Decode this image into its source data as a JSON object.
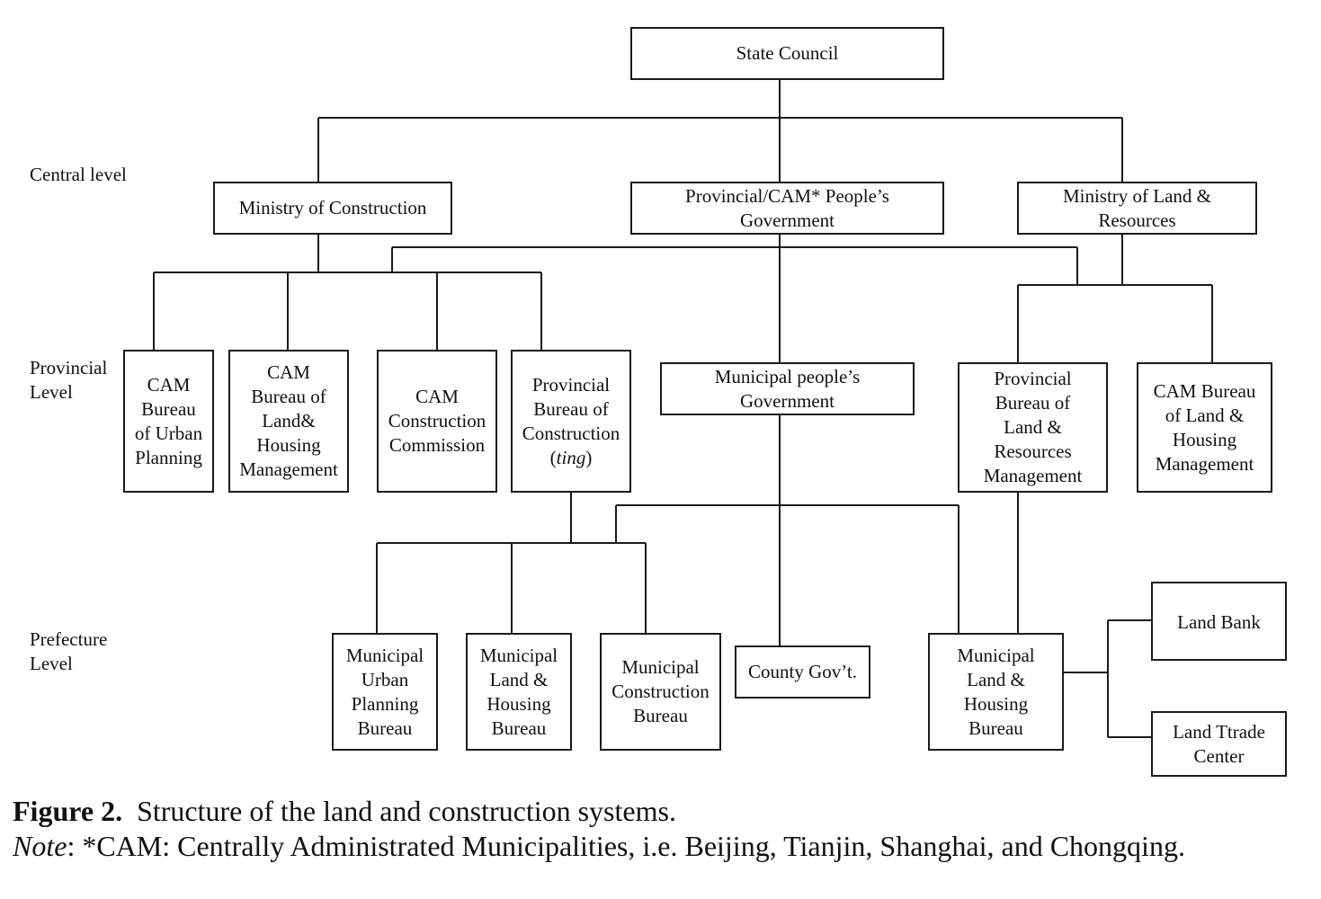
{
  "levels": {
    "central": "Central level",
    "provincial": "Provincial\nLevel",
    "prefecture": "Prefecture\nLevel"
  },
  "nodes": {
    "state_council": "State Council",
    "ministry_construction": "Ministry of Construction",
    "provincial_cam_government": "Provincial/CAM* People’s\nGovernment",
    "ministry_land_resources": "Ministry of Land &\nResources",
    "cam_bureau_urban_planning": "CAM\nBureau\nof Urban\nPlanning",
    "cam_bureau_land_housing": "CAM\nBureau of\nLand&\nHousing\nManagement",
    "cam_construction_commission": "CAM\nConstruction\nCommission",
    "provincial_bureau_construction": {
      "text": "Provincial\nBureau of\nConstruction\n(",
      "italic": "ting",
      "close": ")"
    },
    "municipal_government": "Municipal people’s\nGovernment",
    "provincial_bureau_land_resources": "Provincial\nBureau of\nLand &\nResources\nManagement",
    "cam_bureau_land_housing_mgmt": "CAM Bureau\nof Land &\nHousing\nManagement",
    "municipal_urban_planning_bureau": "Municipal\nUrban\nPlanning\nBureau",
    "municipal_land_housing_bureau_left": "Municipal\nLand &\nHousing\nBureau",
    "municipal_construction_bureau": "Municipal\nConstruction\nBureau",
    "county_government": "County Gov’t.",
    "municipal_land_housing_bureau_right": "Municipal\nLand &\nHousing\nBureau",
    "land_bank": "Land Bank",
    "land_trade_center": "Land Ttrade\nCenter"
  },
  "edges": [
    [
      "state_council",
      "ministry_construction"
    ],
    [
      "state_council",
      "provincial_cam_government"
    ],
    [
      "state_council",
      "ministry_land_resources"
    ],
    [
      "ministry_construction",
      "cam_bureau_urban_planning"
    ],
    [
      "ministry_construction",
      "cam_bureau_land_housing"
    ],
    [
      "ministry_construction",
      "cam_construction_commission"
    ],
    [
      "ministry_construction",
      "provincial_bureau_construction"
    ],
    [
      "provincial_cam_government",
      "ministry_construction_branch"
    ],
    [
      "provincial_cam_government",
      "ministry_land_resources_branch"
    ],
    [
      "provincial_cam_government",
      "municipal_government"
    ],
    [
      "ministry_land_resources",
      "provincial_bureau_land_resources"
    ],
    [
      "ministry_land_resources",
      "cam_bureau_land_housing_mgmt"
    ],
    [
      "provincial_bureau_construction",
      "municipal_urban_planning_bureau"
    ],
    [
      "provincial_bureau_construction",
      "municipal_land_housing_bureau_left"
    ],
    [
      "provincial_bureau_construction",
      "municipal_construction_bureau"
    ],
    [
      "municipal_government",
      "provincial_bureau_construction_branch"
    ],
    [
      "municipal_government",
      "county_government"
    ],
    [
      "municipal_government",
      "municipal_land_housing_bureau_right"
    ],
    [
      "provincial_bureau_land_resources",
      "municipal_land_housing_bureau_right"
    ],
    [
      "municipal_land_housing_bureau_right",
      "land_bank"
    ],
    [
      "municipal_land_housing_bureau_right",
      "land_trade_center"
    ]
  ],
  "caption": {
    "label": "Figure 2.",
    "title": "Structure of the land and construction systems.",
    "note_label": "Note",
    "note_text": ": *CAM: Centrally Administrated Municipalities, i.e. Beijing, Tianjin, Shanghai, and Chongqing."
  }
}
